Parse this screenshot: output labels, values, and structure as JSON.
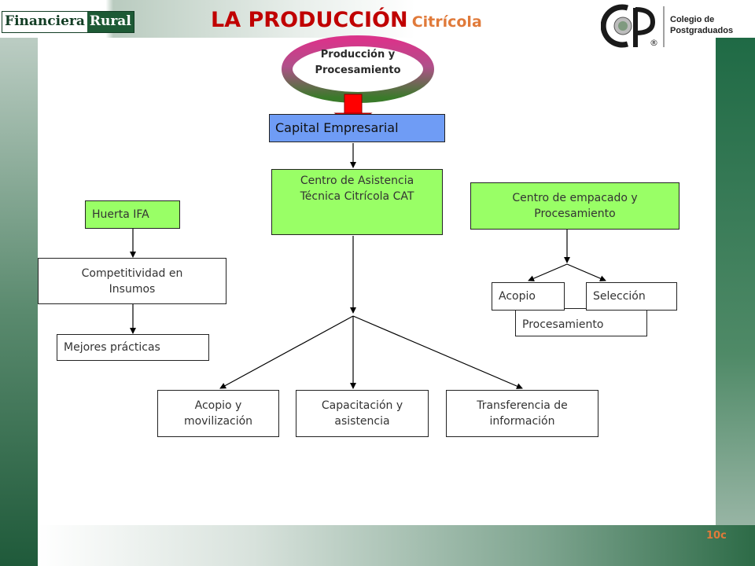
{
  "header": {
    "logo_left_part1": "Financiera",
    "logo_left_part2": "Rural",
    "title_main": "LA PRODUCCIÓN",
    "title_sub": "Citrícola",
    "logo_right_line1": "Colegio de",
    "logo_right_line2": "Postgraduados"
  },
  "diagram": {
    "cycle_line1": "Producción y",
    "cycle_line2": "Procesamiento",
    "capital": "Capital Empresarial",
    "cat_center": "Centro de Asistencia Técnica Citrícola CAT",
    "huerta": "Huerta IFA",
    "competitividad": "Competitividad en Insumos",
    "mejores": "Mejores prácticas",
    "empacado": "Centro de empacado y Procesamiento",
    "acopio": "Acopio",
    "seleccion": "Selección",
    "procesamiento": "Procesamiento",
    "acopio_mov": "Acopio y movilización",
    "capacitacion": "Capacitación y asistencia",
    "transferencia": "Transferencia de información"
  },
  "footer": {
    "page_number": "10c"
  },
  "colors": {
    "green_box": "#99ff66",
    "blue_box": "#6f9cf5",
    "title_red": "#c00000",
    "arrow_red": "#ff0000"
  }
}
